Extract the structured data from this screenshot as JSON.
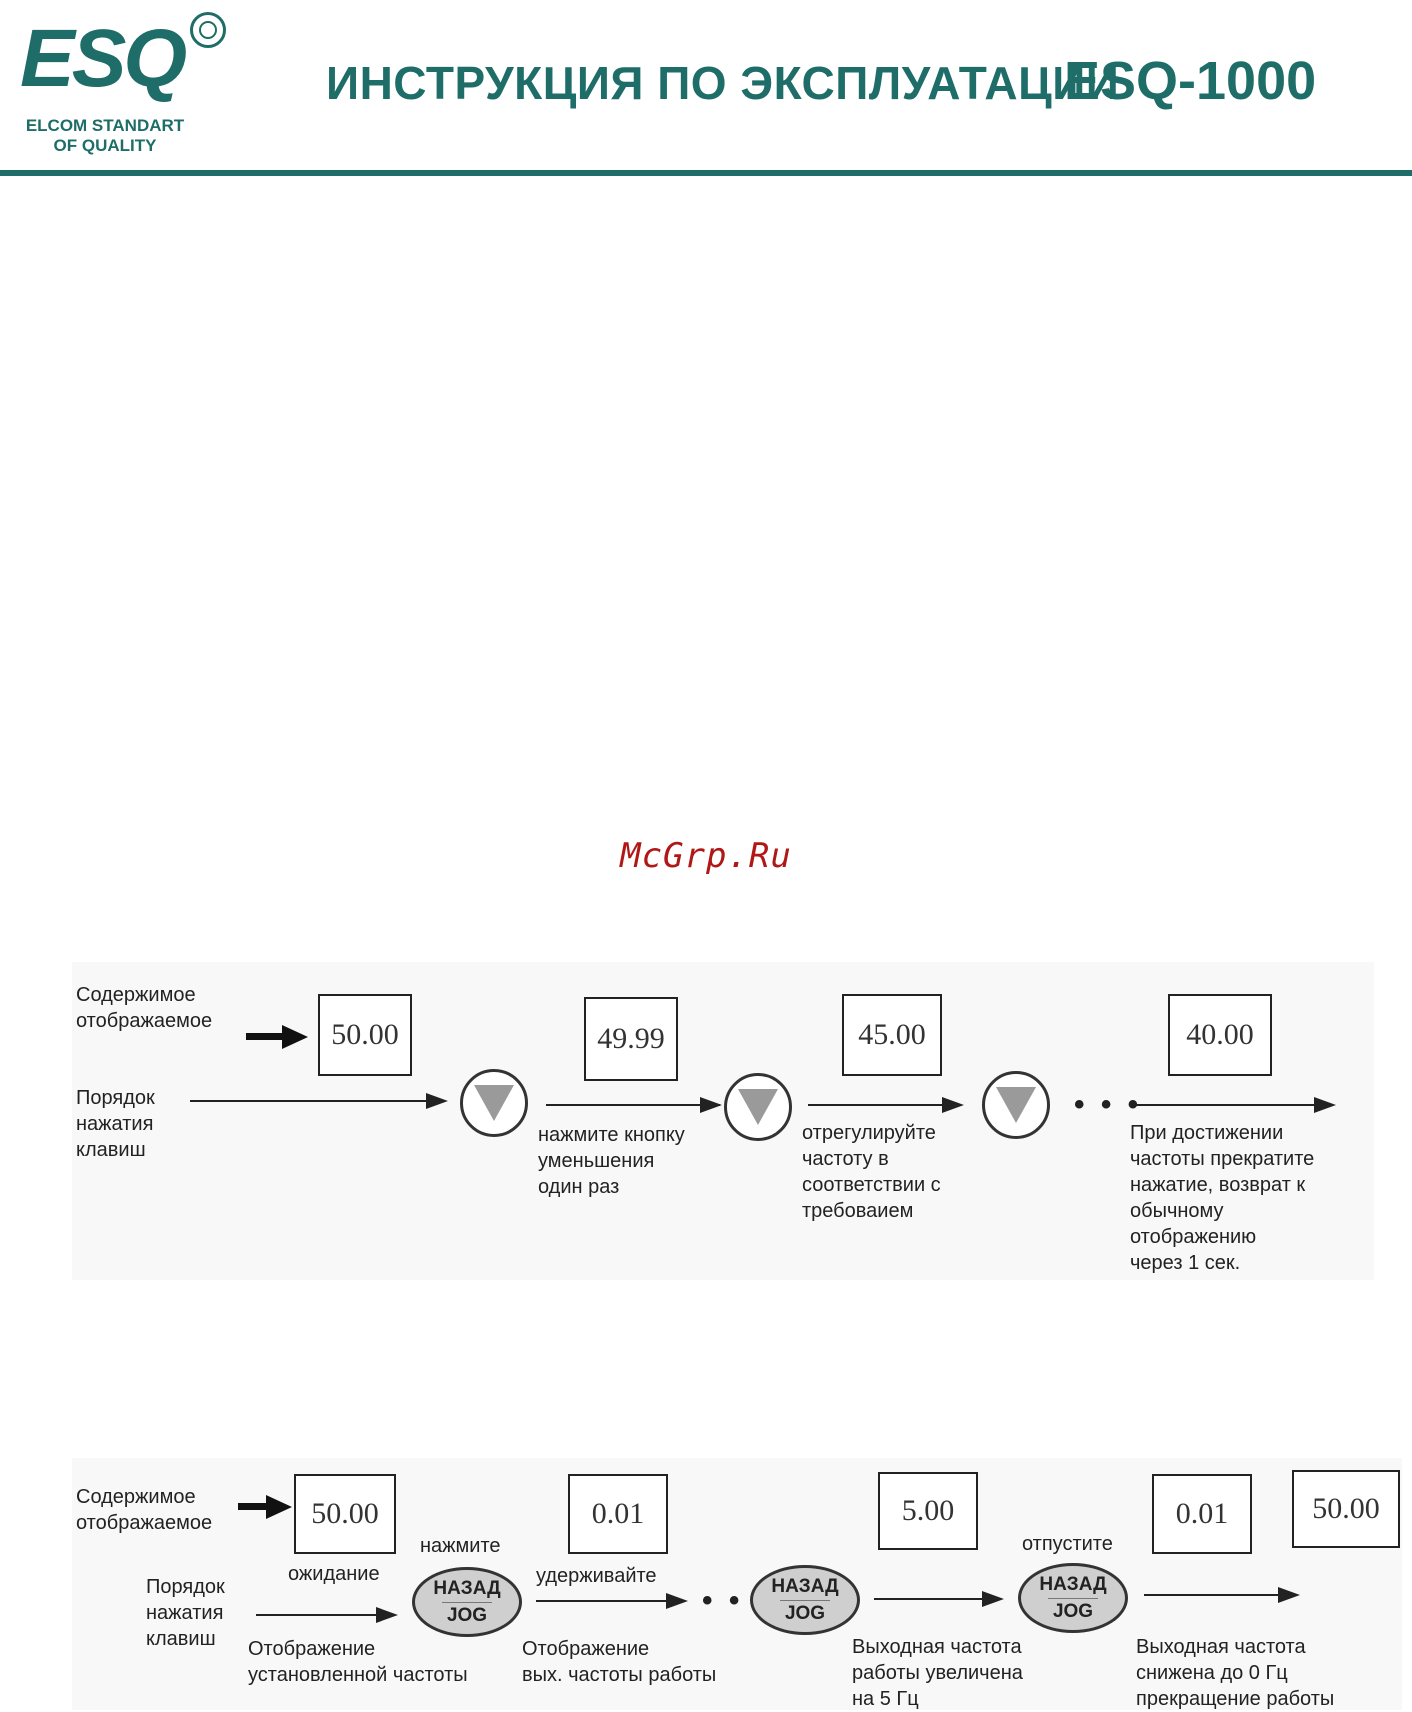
{
  "header": {
    "logo_text": "ESQ",
    "logo_sub_line1": "ELCOM STANDART",
    "logo_sub_line2": "OF QUALITY",
    "doc_title": "ИНСТРУКЦИЯ ПО ЭКСПЛУАТАЦИИ",
    "model": "ESQ-1000"
  },
  "watermark": "McGrp.Ru",
  "diagram1": {
    "display_label_line1": "Содержимое",
    "display_label_line2": "отображаемое",
    "keys_label_line1": "Порядок",
    "keys_label_line2": "нажатия",
    "keys_label_line3": "клавиш",
    "displays": [
      "50.00",
      "49.99",
      "45.00",
      "40.00"
    ],
    "button_icon": "down-triangle-icon",
    "dots": "• • •",
    "step1_lines": [
      "нажмите кнопку",
      "уменьшения",
      "один раз"
    ],
    "step2_lines": [
      "отрегулируйте",
      "частоту в",
      "соответствии с",
      "требоваием"
    ],
    "step3_lines": [
      "При достижении",
      "частоты прекратите",
      "нажатие, возврат к",
      "обычному",
      "отображению",
      "через 1 сек."
    ]
  },
  "diagram2": {
    "display_label_line1": "Содержимое",
    "display_label_line2": "отображаемое",
    "keys_label_line1": "Порядок",
    "keys_label_line2": "нажатия",
    "keys_label_line3": "клавиш",
    "displays": [
      "50.00",
      "0.01",
      "5.00",
      "0.01",
      "50.00"
    ],
    "wait_label": "ожидание",
    "press_label": "нажмите",
    "hold_label": "удерживайте",
    "release_label": "отпустите",
    "button_top": "НАЗАД",
    "button_bottom": "JOG",
    "dots": "• • •",
    "desc1_lines": [
      "Отображение",
      "установленной частоты"
    ],
    "desc2_lines": [
      "Отображение",
      "вых. частоты работы"
    ],
    "desc3_lines": [
      "Выходная частота",
      "работы увеличена",
      "на 5 Гц"
    ],
    "desc4_lines": [
      "Выходная частота",
      "снижена до 0 Гц",
      "прекращение работы"
    ]
  }
}
